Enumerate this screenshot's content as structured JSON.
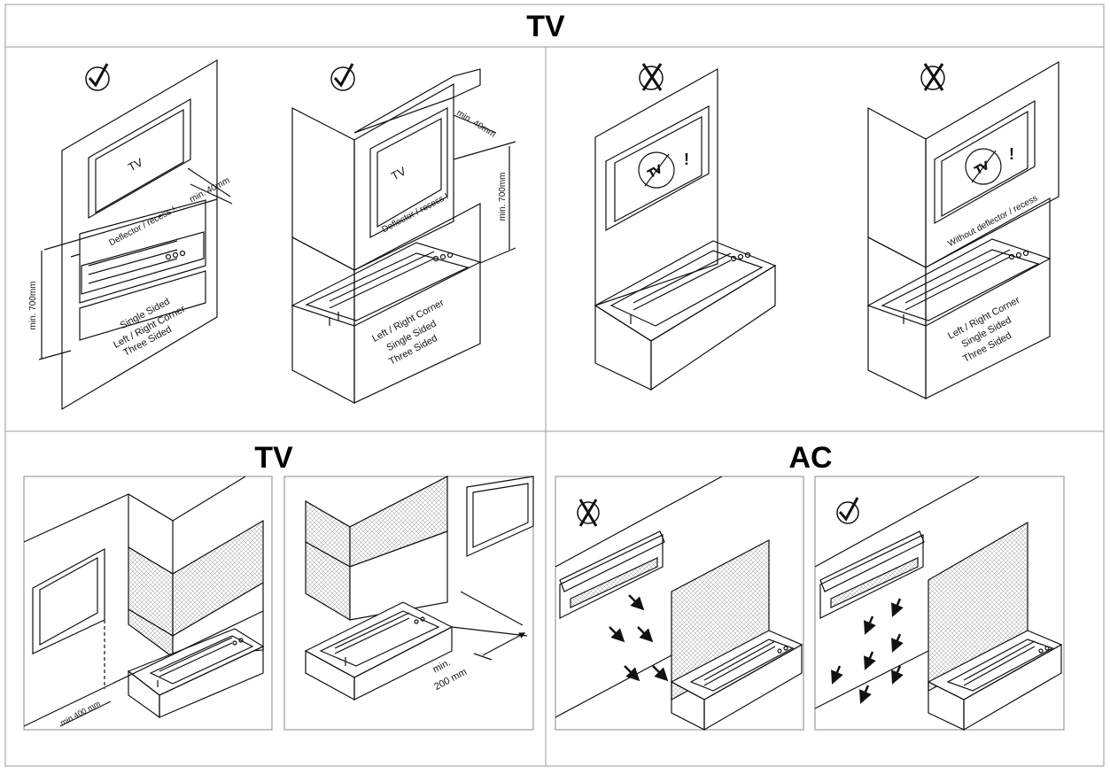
{
  "header": {
    "title": "TV"
  },
  "lower_left": {
    "title": "TV"
  },
  "lower_right": {
    "title": "AC"
  },
  "panels": {
    "p1": {
      "status": "correct",
      "tv": "TV",
      "gap": "min. 40mm",
      "deflector": "Deflector / recess !",
      "height": "min. 700mm",
      "types": [
        "Single Sided",
        "Left / Right Corner",
        "Three Sided"
      ]
    },
    "p2": {
      "status": "correct",
      "tv": "TV",
      "gap": "min. 40mm",
      "deflector": "Deflector / recess !",
      "height": "min. 700mm",
      "types": [
        "Left / Right Corner",
        "Single Sided",
        "Three Sided"
      ]
    },
    "p3": {
      "status": "incorrect",
      "warning": "!"
    },
    "p4": {
      "status": "incorrect",
      "warning": "!",
      "deflector": "Without deflector / recess",
      "types": [
        "Left / Right Corner",
        "Single Sided",
        "Three Sided"
      ]
    },
    "p5": {
      "distance": "min 400 mm"
    },
    "p6": {
      "distance_1": "min.",
      "distance_2": "200 mm"
    },
    "p7": {
      "status": "incorrect"
    },
    "p8": {
      "status": "correct"
    }
  },
  "colors": {
    "line": "#111111",
    "frame": "#888888",
    "hatch": "#999999"
  }
}
